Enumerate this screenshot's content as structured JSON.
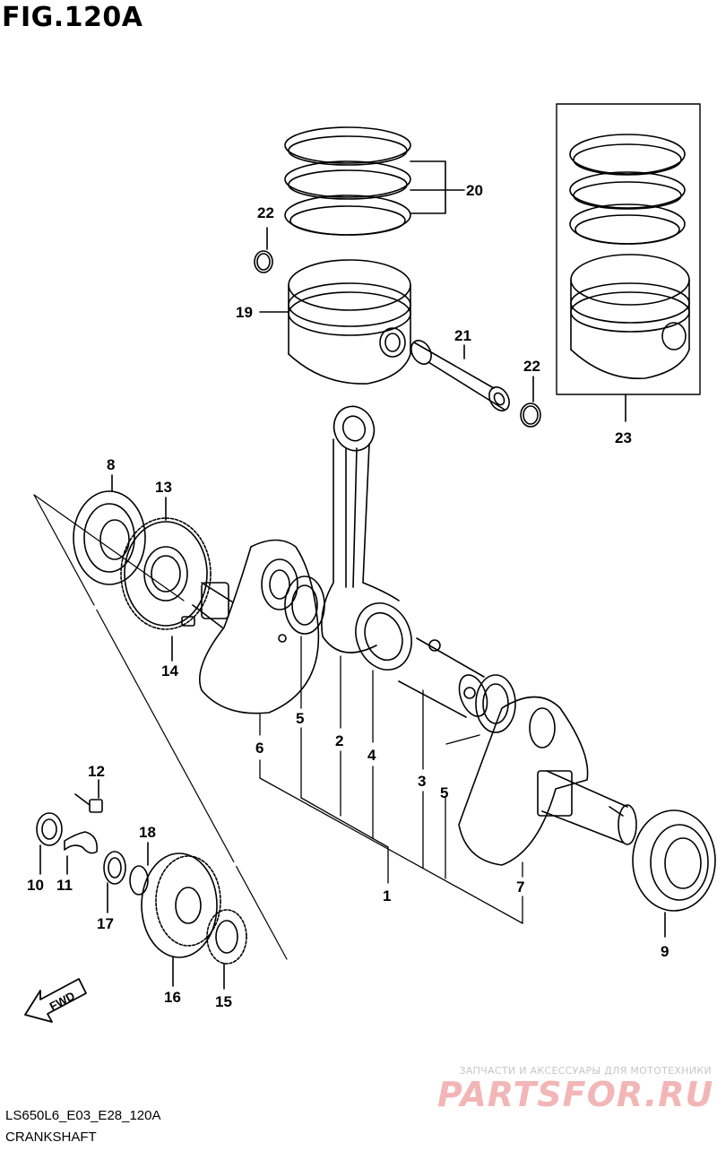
{
  "figure": {
    "title": "FIG.120A",
    "code": "LS650L6_E03_E28_120A",
    "name": "CRANKSHAFT"
  },
  "callouts": [
    {
      "id": "1",
      "label": "1"
    },
    {
      "id": "2",
      "label": "2"
    },
    {
      "id": "3",
      "label": "3"
    },
    {
      "id": "4",
      "label": "4"
    },
    {
      "id": "5a",
      "label": "5"
    },
    {
      "id": "5b",
      "label": "5"
    },
    {
      "id": "6",
      "label": "6"
    },
    {
      "id": "7",
      "label": "7"
    },
    {
      "id": "8",
      "label": "8"
    },
    {
      "id": "9",
      "label": "9"
    },
    {
      "id": "10",
      "label": "10"
    },
    {
      "id": "11",
      "label": "11"
    },
    {
      "id": "12",
      "label": "12"
    },
    {
      "id": "13",
      "label": "13"
    },
    {
      "id": "14",
      "label": "14"
    },
    {
      "id": "15",
      "label": "15"
    },
    {
      "id": "16",
      "label": "16"
    },
    {
      "id": "17",
      "label": "17"
    },
    {
      "id": "18",
      "label": "18"
    },
    {
      "id": "19",
      "label": "19"
    },
    {
      "id": "20",
      "label": "20"
    },
    {
      "id": "21",
      "label": "21"
    },
    {
      "id": "22a",
      "label": "22"
    },
    {
      "id": "22b",
      "label": "22"
    },
    {
      "id": "23",
      "label": "23"
    }
  ],
  "direction_arrow": {
    "label": "FWD"
  },
  "watermark": {
    "tagline": "ЗАПЧАСТИ И АКСЕССУАРЫ ДЛЯ МОТОТЕХНИКИ",
    "brand": "PARTSFOR.RU",
    "color": "#f2b6b6"
  }
}
